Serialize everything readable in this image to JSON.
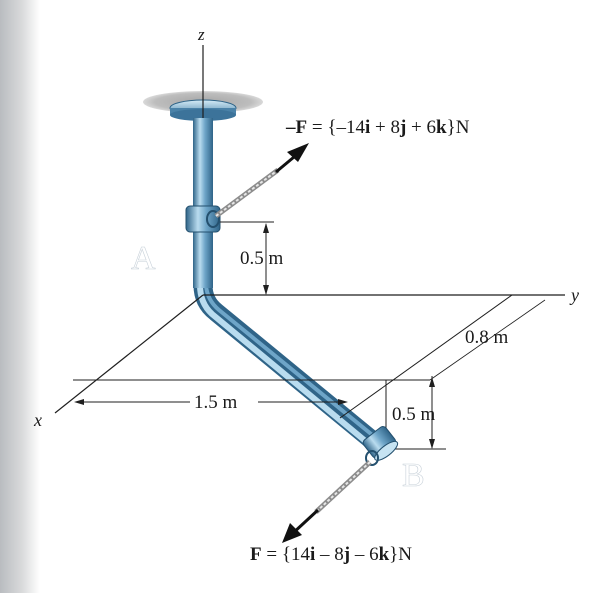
{
  "labels": {
    "axis_z": "z",
    "axis_y": "y",
    "axis_x": "x",
    "point_a": "A",
    "point_b": "B",
    "dim_upper": "0.5 m",
    "dim_lower": "0.5 m",
    "dim_y": "0.8 m",
    "dim_x": "1.5 m",
    "force_upper": {
      "lhs": "–F",
      "mid": " = {–14",
      "i": "i",
      "t1": " + 8",
      "j": "j",
      "t2": " + 6",
      "k": "k",
      "end": "}N"
    },
    "force_lower": {
      "lhs": "F",
      "mid": " = {14",
      "i": "i",
      "t1": " – 8",
      "j": "j",
      "t2": " – 6",
      "k": "k",
      "end": "}N"
    }
  },
  "colors": {
    "pipe": "#5c93b8",
    "pipe_light": "#b9dcef",
    "pipe_dark": "#2f6488",
    "ceiling": "#b3b3b3",
    "line": "#1f1f1f",
    "page_bleed": "#c4c7cb"
  }
}
